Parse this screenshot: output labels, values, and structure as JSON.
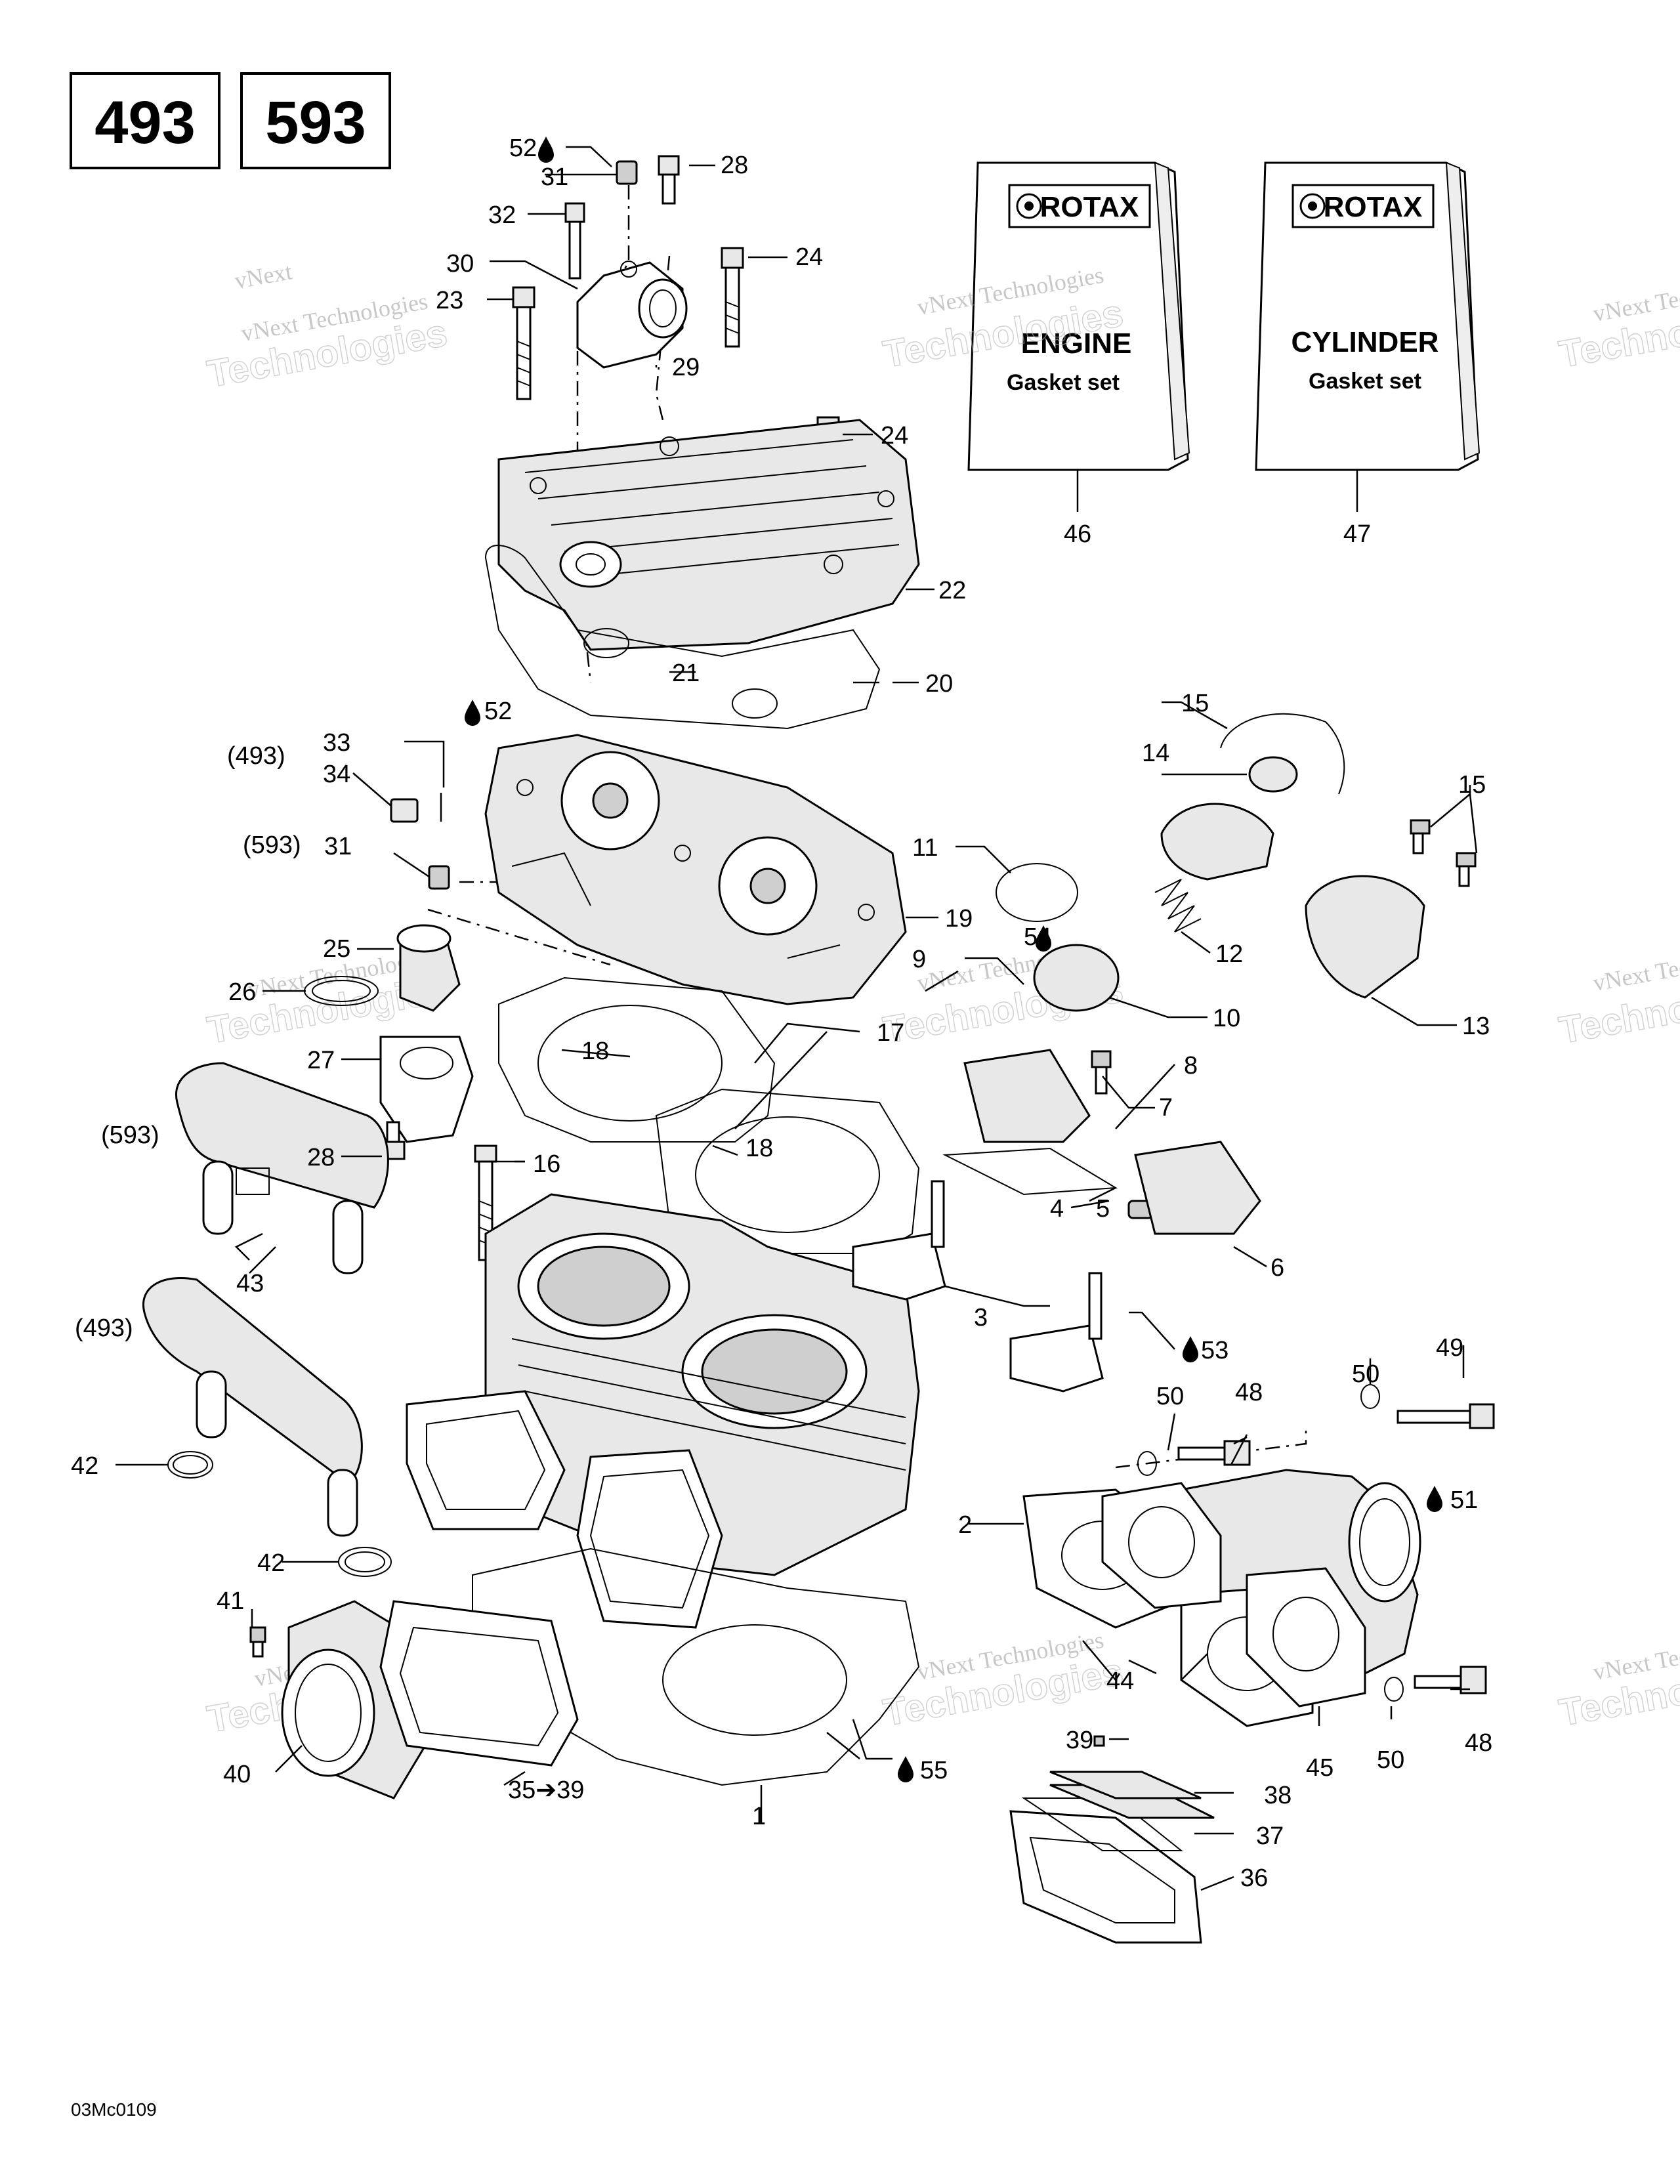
{
  "model_badges": [
    "493",
    "593"
  ],
  "kits": [
    {
      "brand": "ROTAX",
      "line1": "ENGINE",
      "line2": "Gasket set",
      "callout": "46"
    },
    {
      "brand": "ROTAX",
      "line1": "CYLINDER",
      "line2": "Gasket set",
      "callout": "47"
    }
  ],
  "callouts": {
    "c1": "1",
    "c2": "2",
    "c3": "3",
    "c4": "4",
    "c5": "5",
    "c6": "6",
    "c7": "7",
    "c8": "8",
    "c9": "9",
    "c10": "10",
    "c11": "11",
    "c12": "12",
    "c13": "13",
    "c14": "14",
    "c15a": "15",
    "c15b": "15",
    "c16": "16",
    "c17": "17",
    "c18a": "18",
    "c18b": "18",
    "c19": "19",
    "c20": "20",
    "c21": "21",
    "c22": "22",
    "c23": "23",
    "c24a": "24",
    "c24b": "24",
    "c25": "25",
    "c26": "26",
    "c27": "27",
    "c28a": "28",
    "c28b": "28",
    "c29": "29",
    "c30": "30",
    "c31a": "31",
    "c31b": "31",
    "c32": "32",
    "c33": "33",
    "c34": "34",
    "c35": "35➔39",
    "c36": "36",
    "c37": "37",
    "c38": "38",
    "c39": "39",
    "c40": "40",
    "c41": "41",
    "c42a": "42",
    "c42b": "42",
    "c43": "43",
    "c44": "44",
    "c45": "45",
    "c48a": "48",
    "c48b": "48",
    "c49": "49",
    "c50a": "50",
    "c50b": "50",
    "c50c": "50",
    "c51": "51",
    "c52a": "52",
    "c52b": "52",
    "c53": "53",
    "c54": "54",
    "c55": "55"
  },
  "variant_labels": {
    "v493a": "(493)",
    "v593a": "(593)",
    "v593b": "(593)",
    "v493b": "(493)"
  },
  "watermark": {
    "line1": "vNext Technologies",
    "line2": "Technologies",
    "short": "vNext"
  },
  "drawing_code": "03Mc0109",
  "icons": [
    "drop-icon",
    "arrow-right-icon",
    "rotax-logo-icon"
  ]
}
